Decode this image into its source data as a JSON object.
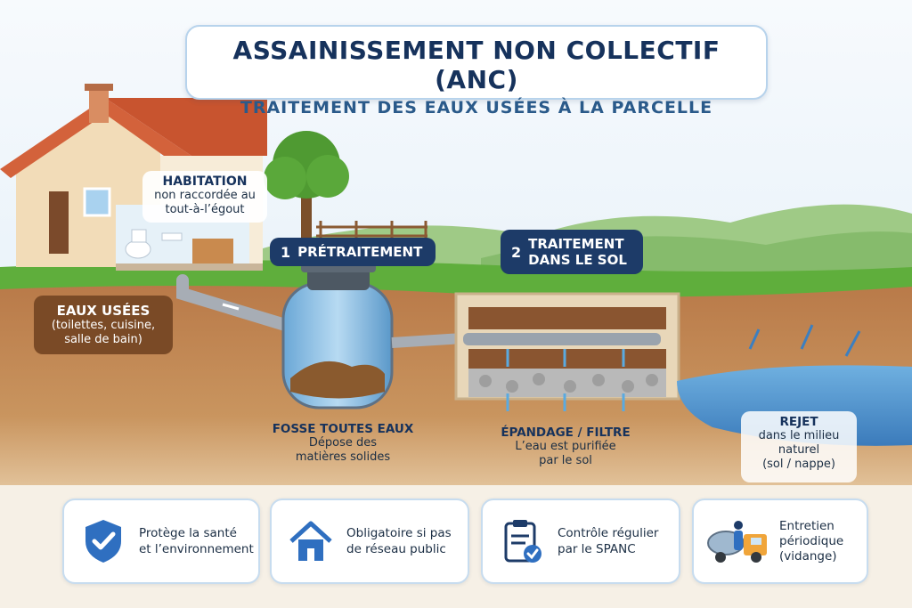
{
  "title": {
    "main": "ASSAINISSEMENT NON COLLECTIF (ANC)",
    "sub": "TRAITEMENT DES EAUX USÉES À LA PARCELLE"
  },
  "habitation": {
    "title": "HABITATION",
    "line1": "non raccordée au",
    "line2": "tout-à-l’égout"
  },
  "steps": [
    {
      "number": "1",
      "label": "PRÉTRAITEMENT"
    },
    {
      "number": "2",
      "label_line1": "TRAITEMENT",
      "label_line2": "DANS LE SOL"
    }
  ],
  "eaux_usees": {
    "title": "EAUX USÉES",
    "line1": "(toilettes, cuisine,",
    "line2": "salle de bain)"
  },
  "fosse": {
    "title": "FOSSE TOUTES EAUX",
    "line1": "Dépose des",
    "line2": "matières solides"
  },
  "epandage": {
    "title": "ÉPANDAGE / FILTRE",
    "line1": "L’eau est purifiée",
    "line2": "par le sol"
  },
  "rejet": {
    "title": "REJET",
    "line1": "dans le milieu",
    "line2": "naturel",
    "line3": "(sol / nappe)"
  },
  "cards": [
    {
      "icon": "shield-check-icon",
      "line1": "Protège la santé",
      "line2": "et l’environnement"
    },
    {
      "icon": "house-icon",
      "line1": "Obligatoire si pas",
      "line2": "de réseau public"
    },
    {
      "icon": "clipboard-check-icon",
      "line1": "Contrôle régulier",
      "line2": "par le SPANC"
    },
    {
      "icon": "vacuum-truck-icon",
      "line1": "Entretien",
      "line2": "périodique",
      "line3": "(vidange)"
    }
  ],
  "colors": {
    "navy": "#16325c",
    "badge": "#1d3b68",
    "soil": "#a86b3e",
    "grass": "#5fae3c",
    "water": "#4a8cc8",
    "eaux_badge": "#7a4a26"
  }
}
